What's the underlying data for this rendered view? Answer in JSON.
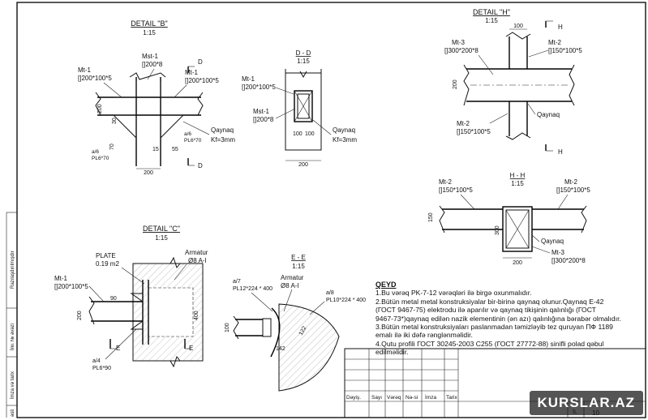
{
  "detail_b": {
    "title": "DETAIL \"B\"",
    "scale": "1:15",
    "mt1_left_name": "Mt-1",
    "mt1_left_size": "[]200*100*5",
    "mst1_name": "Mst-1",
    "mst1_size": "[]200*8",
    "mt1_right_name": "Mt-1",
    "mt1_right_size": "[]200*100*5",
    "section_mark": "D",
    "dims": [
      "30",
      "70",
      "15",
      "55",
      "200",
      "200"
    ],
    "weld_a6_left": "a/6",
    "weld_pl_left": "PL6*70",
    "weld_a6_right": "a/6",
    "weld_pl_right": "PL6*70",
    "weld_label": "Qaynaq",
    "weld_kf": "Kf=3mm"
  },
  "section_dd": {
    "title": "D - D",
    "scale": "1:15",
    "mt1_name": "Mt-1",
    "mt1_size": "[]200*100*5",
    "mst1_name": "Mst-1",
    "mst1_size": "[]200*8",
    "dims": [
      "100",
      "100",
      "200"
    ],
    "weld_label": "Qaynaq",
    "weld_kf": "Kf=3mm"
  },
  "detail_h": {
    "title": "DETAIL \"H\"",
    "scale": "1:15",
    "mt3_name": "Mt-3",
    "mt3_size": "[]300*200*8",
    "mt2_top_name": "Mt-2",
    "mt2_top_size": "[]150*100*5",
    "mt2_bottom_name": "Mt-2",
    "mt2_bottom_size": "[]150*100*5",
    "section_mark": "H",
    "dims": [
      "100",
      "200"
    ],
    "weld_label": "Qaynaq"
  },
  "section_hh": {
    "title": "H - H",
    "scale": "1:15",
    "mt2_left_name": "Mt-2",
    "mt2_left_size": "[]150*100*5",
    "mt2_right_name": "Mt-2",
    "mt2_right_size": "[]150*100*5",
    "mt3_name": "Mt-3",
    "mt3_size": "[]300*200*8",
    "dims": [
      "150",
      "300",
      "200"
    ],
    "weld_label": "Qaynaq"
  },
  "detail_c": {
    "title": "DETAIL \"C\"",
    "scale": "1:15",
    "plate_name": "PLATE",
    "plate_area": "0.19 m2",
    "armatur_name": "Armatur",
    "armatur_size": "Ø8 A-I",
    "mt1_name": "Mt-1",
    "mt1_size": "[]200*100*5",
    "dims": [
      "90",
      "200",
      "400"
    ],
    "weld_a4": "a/4",
    "weld_pl": "PL6*90",
    "section_mark": "E"
  },
  "section_ee": {
    "title": "E - E",
    "scale": "1:15",
    "weld_a7": "a/7",
    "weld_pl12": "PL12*224 * 400",
    "armatur_name": "Armatur",
    "armatur_size": "Ø8 A-I",
    "weld_a8": "a/8",
    "weld_pl10": "PL10*224 * 400",
    "dims": [
      "100",
      "142",
      "122"
    ]
  },
  "notes": {
    "heading": "QEYD",
    "lines": [
      "1.Bu vərəq PK-7-12 vərəqləri ilə birgə oxunmalıdır.",
      "2.Bütün metal metal konstruksiyalar bir-birinə qaynaq olunur.Qaynaq E-42",
      "(ГОСТ 9467-75) elektrodu ilə aparılır və qaynaq tikişinin qalınlığı (ГОСТ",
      "9467-73*)qaynaq edilən nazik elementinin (ən azı) qalınlığına bərabər olmalıdır.",
      "3.Bütün metal konstruksiyaları paslanmadan təmizləyib tez quruyan ПФ 1189",
      "emalı ilə iki dəfə rənglənməlidir.",
      "4.Qutu profili ГОСТ 30245-2003 С255 (ГОСТ 27772-88) sinifli polad qəbul",
      "edilməlidir."
    ]
  },
  "title_block": {
    "cols": [
      "Dəyiş.",
      "Sayı",
      "Vərəq",
      "Nə-si",
      "İmza",
      "Tarix"
    ],
    "sheet_label": "İL",
    "sheet_no": "10"
  },
  "side_stamp": {
    "labels": [
      "Razılaşdırılmışdır",
      "İnv. № əvəzi",
      "İmza və tarix",
      "əsli"
    ]
  },
  "watermark": "KURSLAR.AZ"
}
